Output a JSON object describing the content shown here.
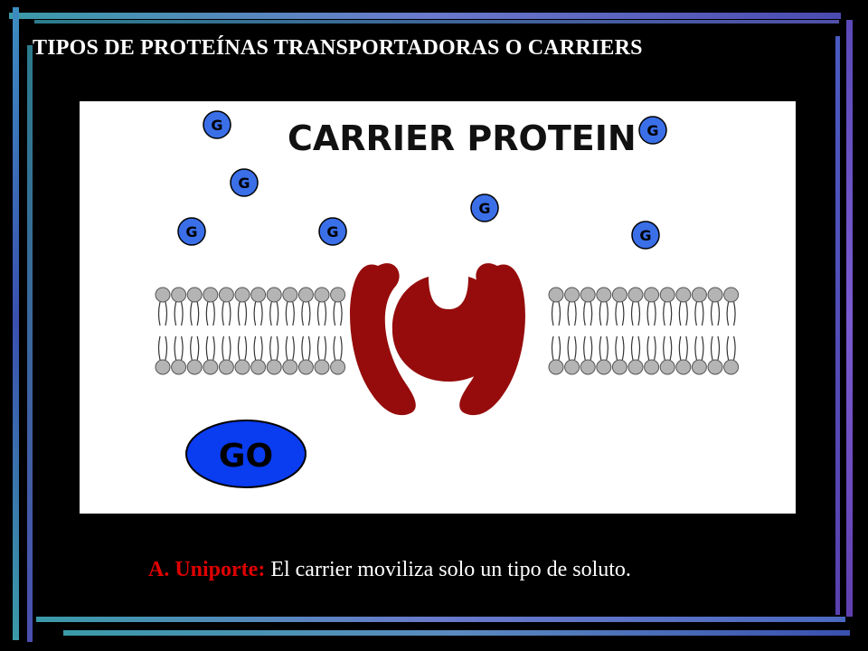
{
  "slide": {
    "title": "TIPOS DE PROTEÍNAS TRANSPORTADORAS O CARRIERS",
    "caption_lead": "A. Uniporte:",
    "caption_text": " El carrier moviliza solo un tipo de soluto."
  },
  "diagram": {
    "heading": "CARRIER PROTEIN",
    "solute_label": "G",
    "go_button_label": "GO",
    "colors": {
      "solute": "#3a6fe8",
      "protein": "#960c0c",
      "go_button": "#0a3cf0",
      "lipid_head": "#b4b4b4"
    }
  }
}
